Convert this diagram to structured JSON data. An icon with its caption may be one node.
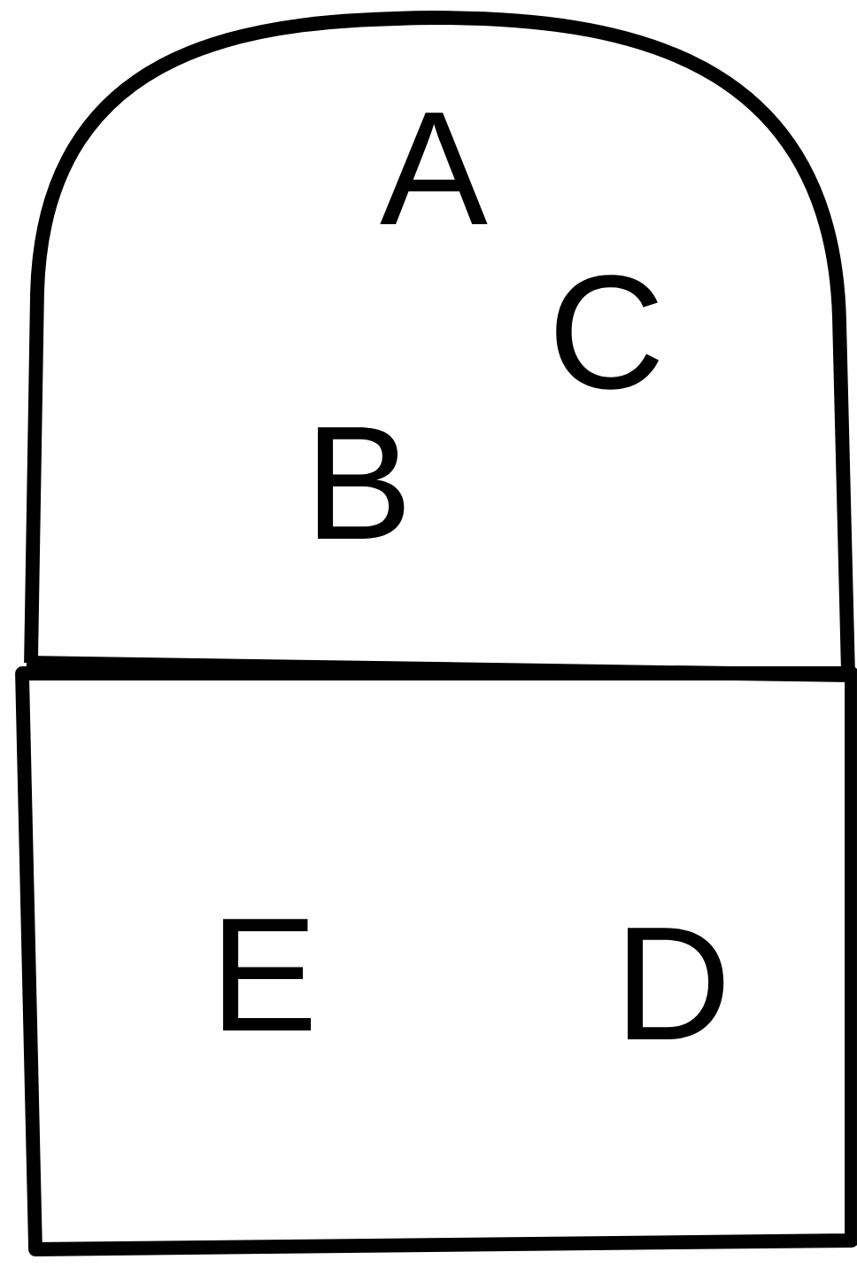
{
  "diagram": {
    "nodes": [
      {
        "text": [
          "A",
          "C",
          "B"
        ]
      },
      {
        "text": [
          "E",
          "D"
        ]
      }
    ]
  }
}
